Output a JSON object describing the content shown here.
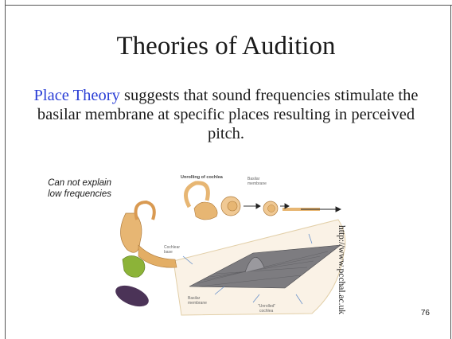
{
  "slide": {
    "title": "Theories of Audition",
    "body": {
      "highlight": "Place Theory",
      "text": " suggests that sound frequencies stimulate the basilar membrane at specific places resulting in perceived pitch."
    },
    "side_note_line1": "Can not explain",
    "side_note_line2": "low frequencies",
    "credit": "http://www.pcchal.ac.uk",
    "page_number": "76"
  },
  "figure": {
    "label_unrolling": "Unrolling of cochlea",
    "label_basilar_top": "Basilar",
    "label_basilar_top2": "membrane",
    "label_cochlear": "Cochlear",
    "label_cochlear2": "base",
    "label_basilar_bottom": "Basilar",
    "label_basilar_bottom2": "membrane",
    "label_unrolled": "\"Unrolled\"",
    "label_unrolled2": "cochlea"
  },
  "colors": {
    "highlight": "#2b3fd6",
    "ear_tan": "#e7b673",
    "membrane": "#7d7c80",
    "eardrum": "#4b3357",
    "nerve_green": "#8cb338"
  }
}
